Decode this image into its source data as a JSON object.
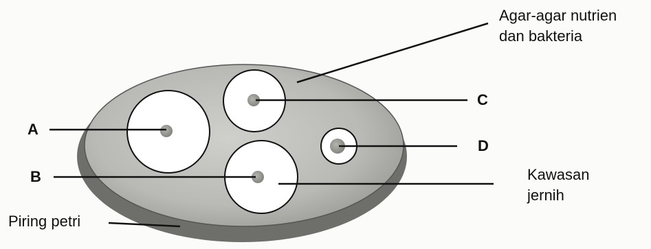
{
  "labels": {
    "agar_line1": "Agar-agar nutrien",
    "agar_line2": "dan bakteria",
    "zone_a": "A",
    "zone_b": "B",
    "zone_c": "C",
    "zone_d": "D",
    "clear_zone_line1": "Kawasan",
    "clear_zone_line2": "jernih",
    "petri_dish": "Piring petri"
  },
  "colors": {
    "agar_fill": "#b9b9b6",
    "dish_rim": "#6e6e6a",
    "clear_zone": "#ffffff",
    "disc": "#9a9a95",
    "line": "#111111"
  }
}
